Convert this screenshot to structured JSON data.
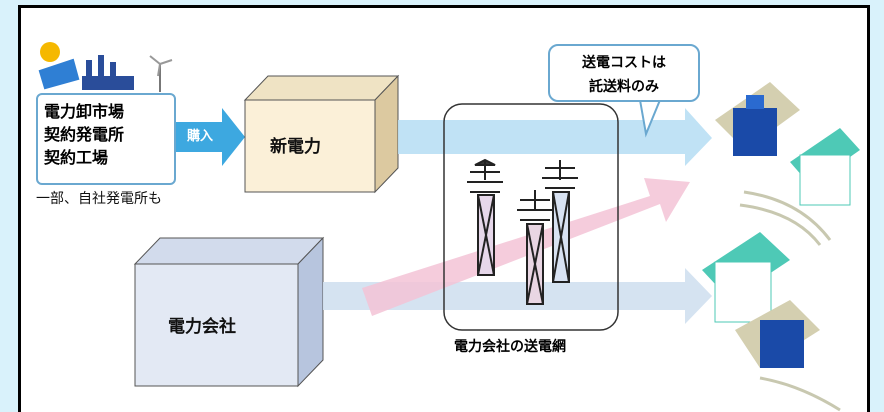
{
  "sources": {
    "lines": [
      "電力卸市場",
      "契約発電所",
      "契約工場"
    ],
    "note": "一部、自社発電所も"
  },
  "arrow_buy": "購入",
  "new_power": "新電力",
  "power_company": "電力会社",
  "callout": {
    "line1": "送電コストは",
    "line2": "託送料のみ"
  },
  "grid_label": "電力会社の送電網"
}
